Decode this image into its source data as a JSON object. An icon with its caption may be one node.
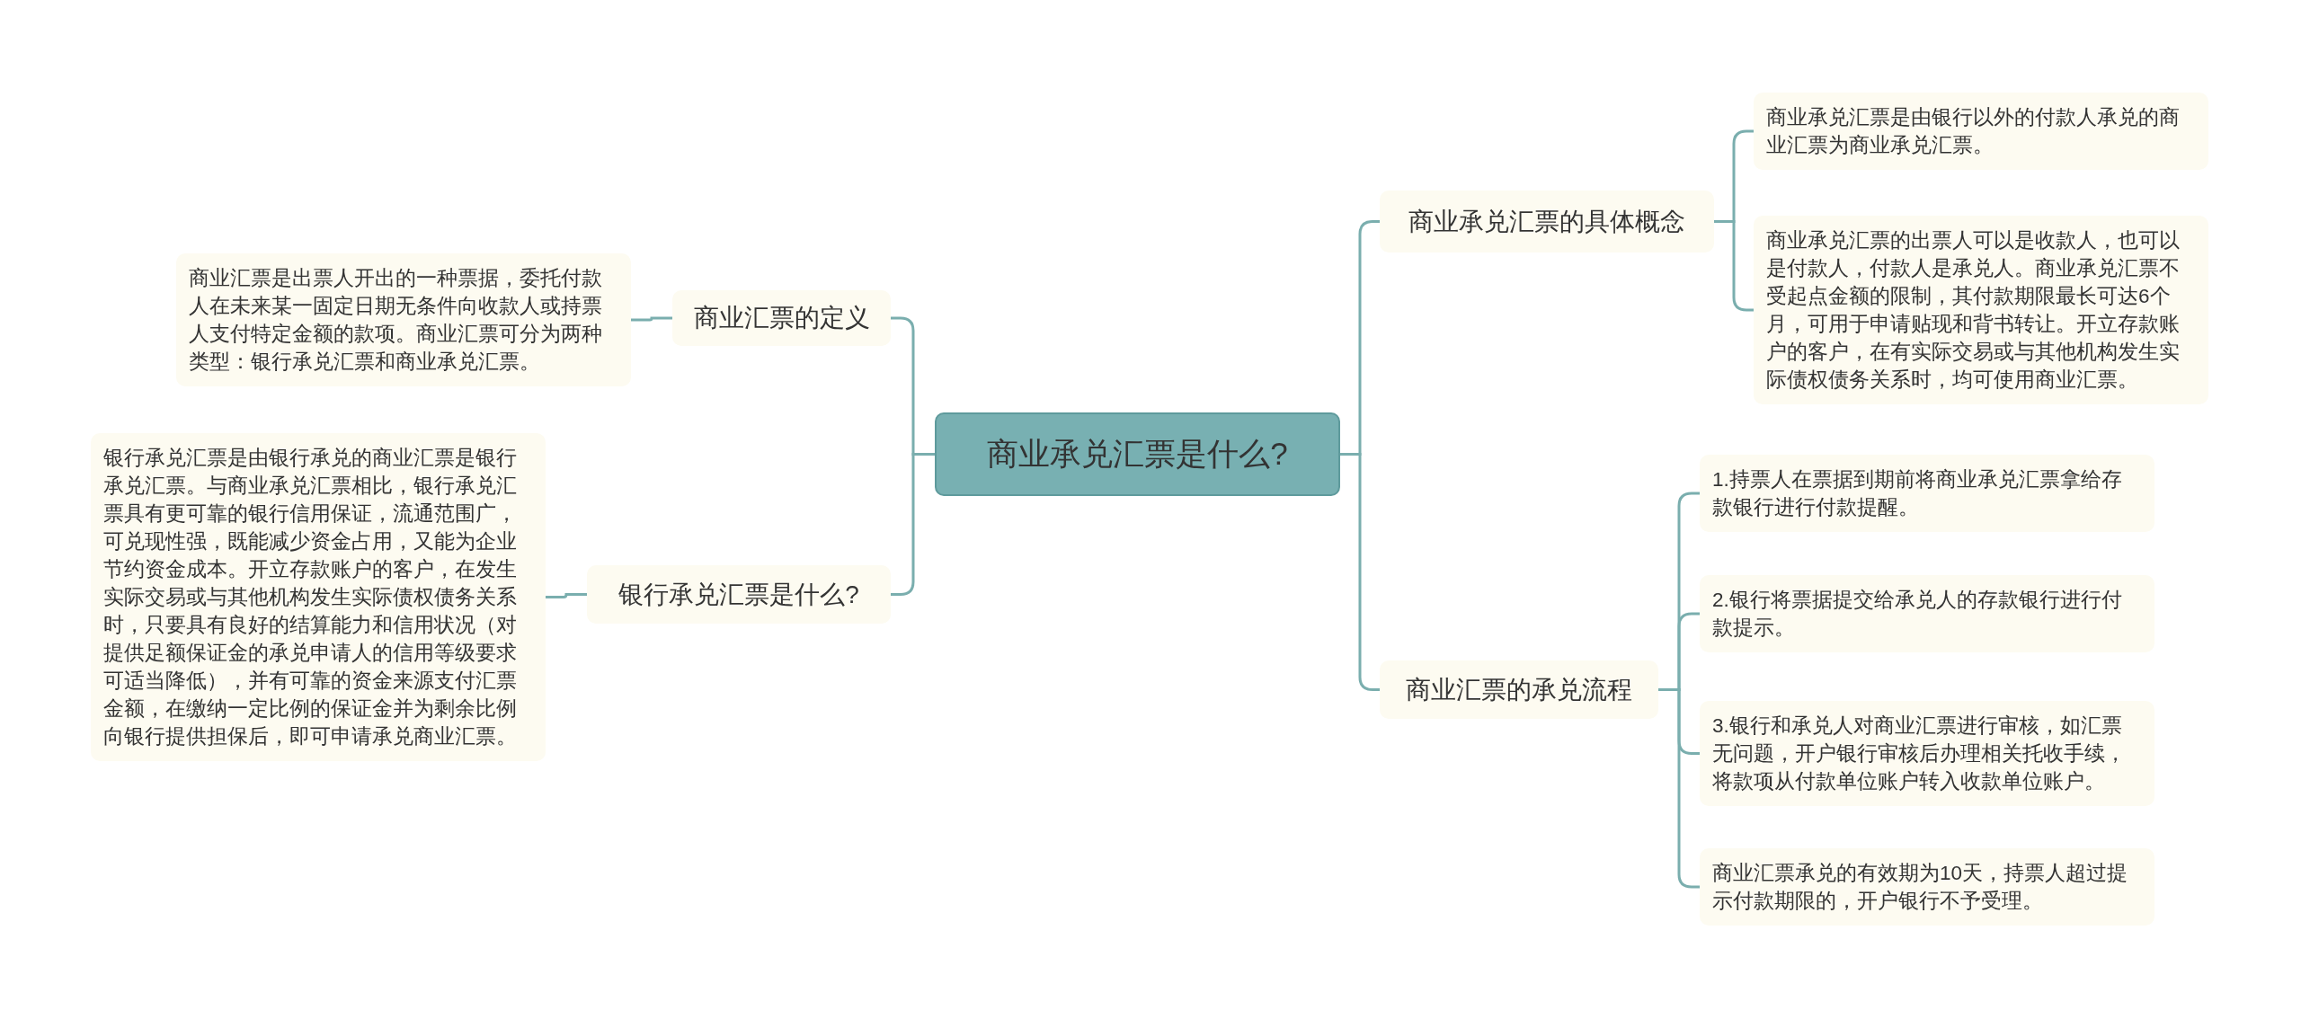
{
  "diagram": {
    "nodes": [
      {
        "text": [
          "商业承兑汇票是什么?"
        ]
      },
      {
        "text": [
          "商业汇票的定义"
        ]
      },
      {
        "text": [
          "商业汇票是出票人开出的一种票据，委托付款人在未来某一固定日期无条件向收款人或持票人支付特定金额的款项。商业汇票可分为两种类型：银行承兑汇票和商业承兑汇票。"
        ]
      },
      {
        "text": [
          "银行承兑汇票是什么?"
        ]
      },
      {
        "text": [
          "银行承兑汇票是由银行承兑的商业汇票是银行承兑汇票。与商业承兑汇票相比，银行承兑汇票具有更可靠的银行信用保证，流通范围广，可兑现性强，既能减少资金占用，又能为企业节约资金成本。开立存款账户的客户，在发生实际交易或与其他机构发生实际债权债务关系时，只要具有良好的结算能力和信用状况（对提供足额保证金的承兑申请人的信用等级要求可适当降低），并有可靠的资金来源支付汇票金额，在缴纳一定比例的保证金并为剩余比例向银行提供担保后，即可申请承兑商业汇票。"
        ]
      },
      {
        "text": [
          "商业承兑汇票的具体概念"
        ]
      },
      {
        "text": [
          "商业承兑汇票是由银行以外的付款人承兑的商业汇票为商业承兑汇票。"
        ]
      },
      {
        "text": [
          "商业承兑汇票的出票人可以是收款人，也可以是付款人，付款人是承兑人。商业承兑汇票不受起点金额的限制，其付款期限最长可达6个月，可用于申请贴现和背书转让。开立存款账户的客户，在有实际交易或与其他机构发生实际债权债务关系时，均可使用商业汇票。"
        ]
      },
      {
        "text": [
          "商业汇票的承兑流程"
        ]
      },
      {
        "text": [
          "1.持票人在票据到期前将商业承兑汇票拿给存款银行进行付款提醒。"
        ]
      },
      {
        "text": [
          "2.银行将票据提交给承兑人的存款银行进行付款提示。"
        ]
      },
      {
        "text": [
          "3.银行和承兑人对商业汇票进行审核，如汇票无问题，开户银行审核后办理相关托收手续，将款项从付款单位账户转入收款单位账户。"
        ]
      },
      {
        "text": [
          "商业汇票承兑的有效期为10天，持票人超过提示付款期限的，开户银行不予受理。"
        ]
      }
    ],
    "edges": [
      {
        "from": 0,
        "to": 1,
        "arrow": "none"
      },
      {
        "from": 1,
        "to": 2,
        "arrow": "none"
      },
      {
        "from": 0,
        "to": 3,
        "arrow": "none"
      },
      {
        "from": 3,
        "to": 4,
        "arrow": "none"
      },
      {
        "from": 0,
        "to": 5,
        "arrow": "none"
      },
      {
        "from": 5,
        "to": 6,
        "arrow": "none"
      },
      {
        "from": 5,
        "to": 7,
        "arrow": "none"
      },
      {
        "from": 0,
        "to": 8,
        "arrow": "none"
      },
      {
        "from": 8,
        "to": 9,
        "arrow": "none"
      },
      {
        "from": 8,
        "to": 10,
        "arrow": "none"
      },
      {
        "from": 8,
        "to": 11,
        "arrow": "none"
      },
      {
        "from": 8,
        "to": 12,
        "arrow": "none"
      }
    ]
  }
}
